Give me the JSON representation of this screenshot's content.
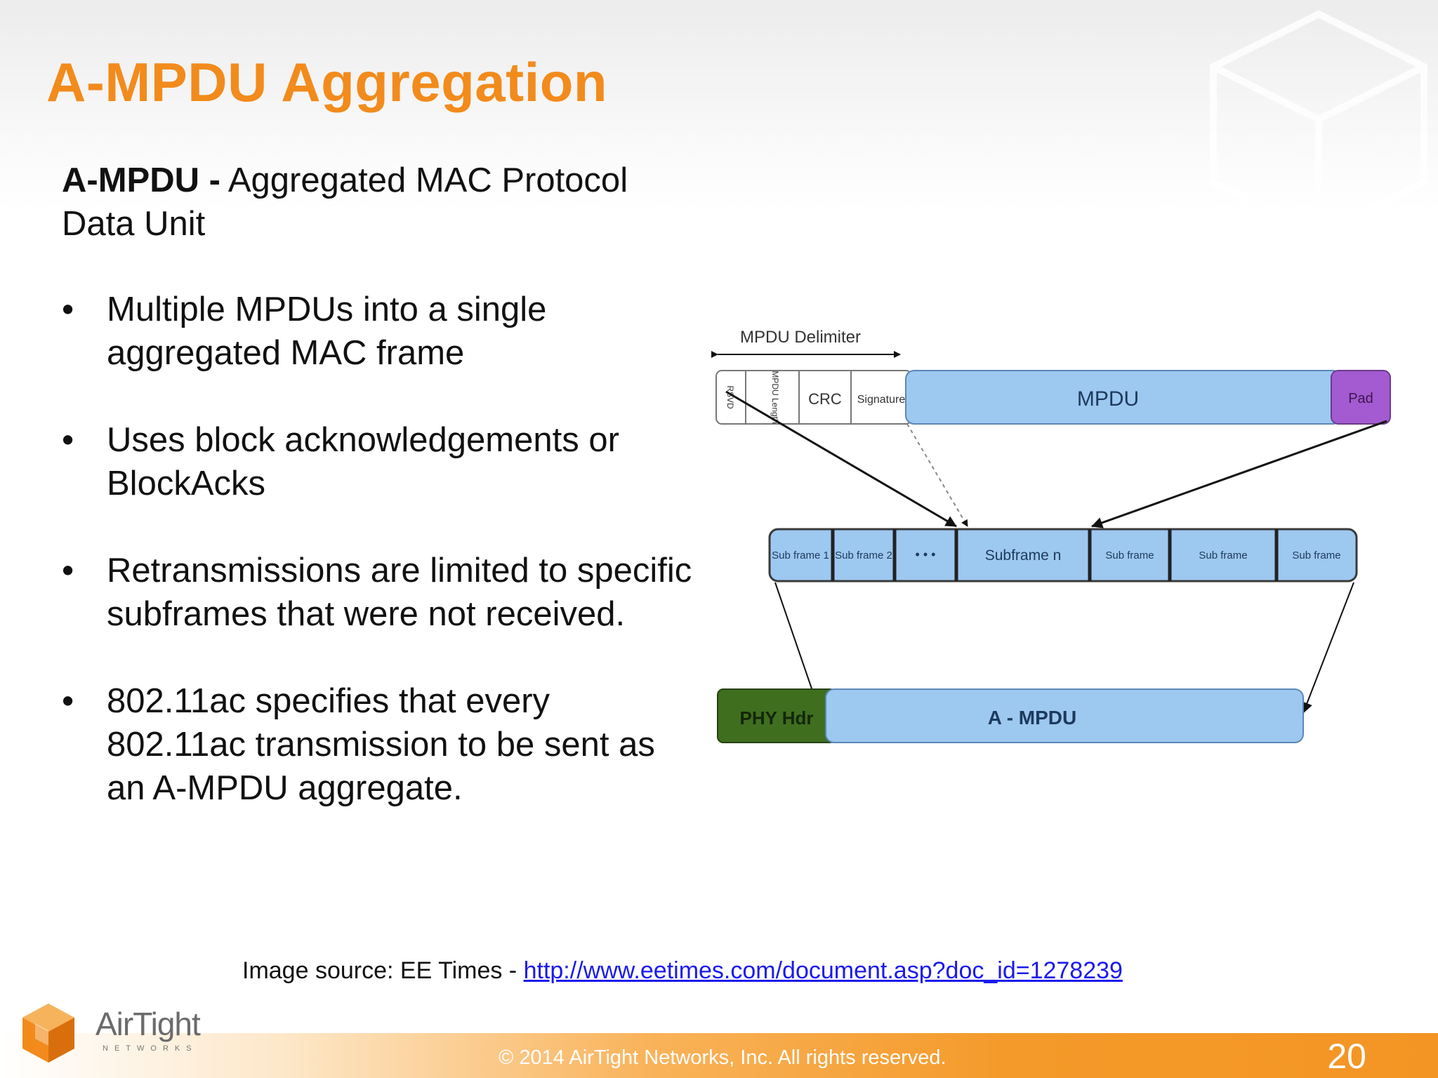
{
  "slide": {
    "title": "A-MPDU Aggregation",
    "definition_term": "A-MPDU -",
    "definition_text": " Aggregated MAC Protocol Data Unit",
    "bullet_glyph": "•",
    "bullets": [
      "Multiple MPDUs into a single aggregated MAC frame",
      "Uses block acknowledgements or BlockAcks",
      "Retransmissions are limited to specific subframes that were not received.",
      "802.11ac specifies that every 802.11ac transmission to be sent as an A-MPDU aggregate."
    ],
    "source_prefix": "Image source: EE Times - ",
    "source_link": "http://www.eetimes.com/document.asp?doc_id=1278239",
    "copyright": "© 2014 AirTight Networks, Inc. All rights reserved.",
    "page_number": "20"
  },
  "logo": {
    "word": "AirTight",
    "sub": "NETWORKS"
  },
  "diagram": {
    "delimiter_label": "MPDU Delimiter",
    "delimiter_fields": [
      "RSVD",
      "MPDU Length",
      "CRC",
      "Signature"
    ],
    "mpdu_label": "MPDU",
    "pad_label": "Pad",
    "subframes": [
      "Sub frame 1",
      "Sub frame 2",
      "• • •",
      "Subframe n",
      "Sub frame",
      "Sub frame",
      "Sub frame"
    ],
    "phy_label": "PHY Hdr",
    "ampdu_label": "A - MPDU",
    "colors": {
      "blue": "#9dc8f0",
      "blue_stroke": "#5b87b8",
      "pad": "#a45ad0",
      "phy": "#3f6e1f",
      "accent": "#f28b1c"
    }
  }
}
